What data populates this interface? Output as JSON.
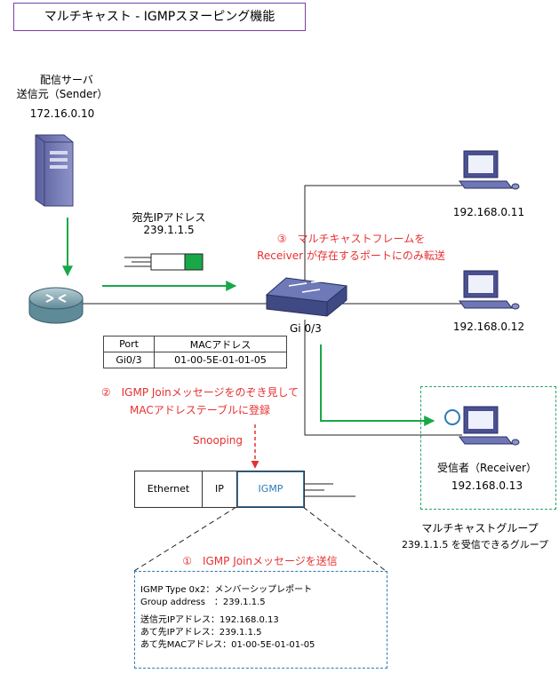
{
  "title": "マルチキャスト - IGMPスヌーピング機能",
  "sender": {
    "line1": "配信サーバ",
    "line2": "送信元（Sender）",
    "ip": "172.16.0.10"
  },
  "packet": {
    "label": "宛先IPアドレス",
    "ip": "239.1.1.5"
  },
  "step3": {
    "line1": "③　マルチキャストフレームを",
    "line2": "Receiver が存在するポートにのみ転送"
  },
  "switch_port_label": "Gi 0/3",
  "hosts": [
    {
      "ip": "192.168.0.11"
    },
    {
      "ip": "192.168.0.12"
    }
  ],
  "receiver": {
    "label": "受信者（Receiver）",
    "ip": "192.168.0.13"
  },
  "mac_table": {
    "headers": [
      "Port",
      "MACアドレス"
    ],
    "rows": [
      [
        "Gi0/3",
        "01-00-5E-01-01-05"
      ]
    ]
  },
  "step2": {
    "line1": "②　IGMP Joinメッセージをのぞき見して",
    "line2": "MACアドレステーブルに登録"
  },
  "snooping_label": "Snooping",
  "frame": [
    "Ethernet",
    "IP",
    "IGMP"
  ],
  "group": {
    "line1": "マルチキャストグループ",
    "line2": "239.1.1.5 を受信できるグループ"
  },
  "step1": "①　IGMP Joinメッセージを送信",
  "igmp_info": [
    "IGMP Type 0x2：メンバーシップレポート",
    "Group address　：239.1.1.5",
    "送信元IPアドレス：192.168.0.13",
    "あて先IPアドレス：239.1.1.5",
    "あて先MACアドレス：01-00-5E-01-01-05"
  ],
  "colors": {
    "arrow_green": "#18a848",
    "annotation_red": "#e83030",
    "title_border": "#7a3fa6",
    "igmp_blue": "#2c7ab8"
  }
}
